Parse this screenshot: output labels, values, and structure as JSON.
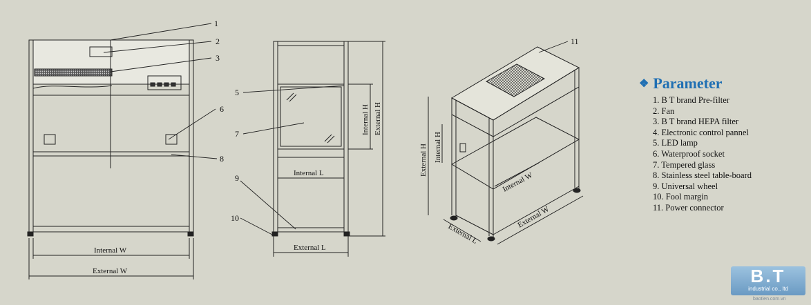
{
  "legend": {
    "title": "Parameter",
    "items": [
      "1. B T brand Pre-filter",
      "2. Fan",
      "3. B T brand HEPA filter",
      "4. Electronic control pannel",
      "5. LED lamp",
      "6. Waterproof socket",
      "7. Tempered glass",
      "8. Stainless steel table-board",
      "9. Universal wheel",
      "10. Fool margin",
      "11. Power connector"
    ]
  },
  "callouts": [
    "1",
    "2",
    "3",
    "5",
    "6",
    "7",
    "8",
    "9",
    "10",
    "11"
  ],
  "dimensions": {
    "internal_w": "Internal W",
    "external_w": "External W",
    "internal_h": "Internal H",
    "external_h": "External H",
    "internal_l": "Internal L",
    "external_l": "External L"
  },
  "logo": {
    "brand": "B.T",
    "sub": "industrial co., ltd",
    "url": "baotien.com.vn"
  },
  "colors": {
    "background": "#d6d6cb",
    "line": "#222222",
    "title": "#1f6fb3"
  }
}
